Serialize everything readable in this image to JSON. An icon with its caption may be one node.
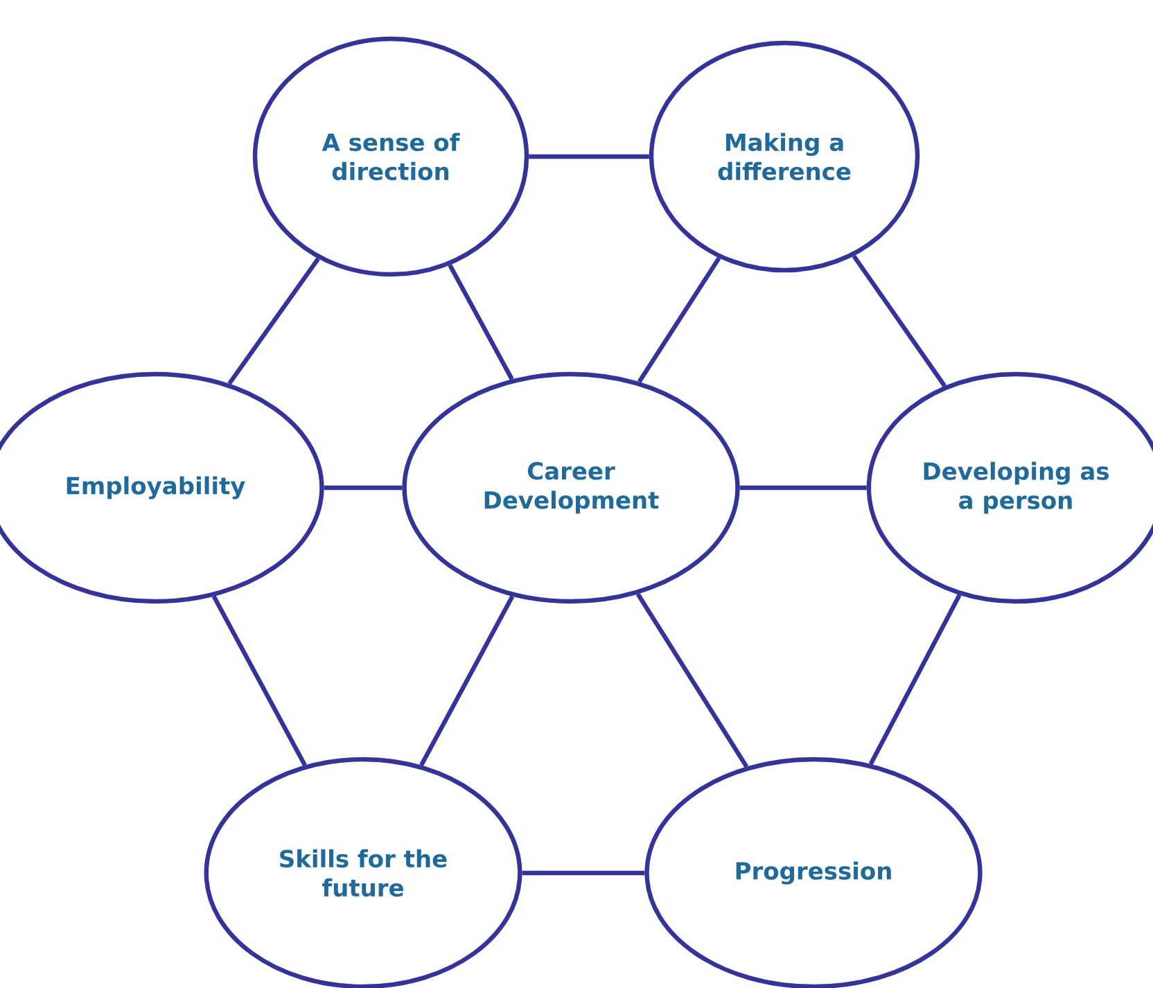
{
  "diagram": {
    "nodes": [
      {
        "text": [
          "A sense of direction"
        ]
      },
      {
        "text": [
          "Making a difference"
        ]
      },
      {
        "text": [
          "Employability"
        ]
      },
      {
        "text": [
          "Career Development"
        ]
      },
      {
        "text": [
          "Developing as a person"
        ]
      },
      {
        "text": [
          "Skills for the future"
        ]
      },
      {
        "text": [
          "Progression"
        ]
      }
    ],
    "edges": [
      {
        "from": 0,
        "to": 1,
        "arrow": "none"
      },
      {
        "from": 0,
        "to": 2,
        "arrow": "none"
      },
      {
        "from": 0,
        "to": 3,
        "arrow": "none"
      },
      {
        "from": 1,
        "to": 3,
        "arrow": "none"
      },
      {
        "from": 1,
        "to": 4,
        "arrow": "none"
      },
      {
        "from": 2,
        "to": 3,
        "arrow": "none"
      },
      {
        "from": 3,
        "to": 4,
        "arrow": "none"
      },
      {
        "from": 2,
        "to": 5,
        "arrow": "none"
      },
      {
        "from": 3,
        "to": 5,
        "arrow": "none"
      },
      {
        "from": 3,
        "to": 6,
        "arrow": "none"
      },
      {
        "from": 4,
        "to": 6,
        "arrow": "none"
      },
      {
        "from": 5,
        "to": 6,
        "arrow": "none"
      }
    ]
  }
}
